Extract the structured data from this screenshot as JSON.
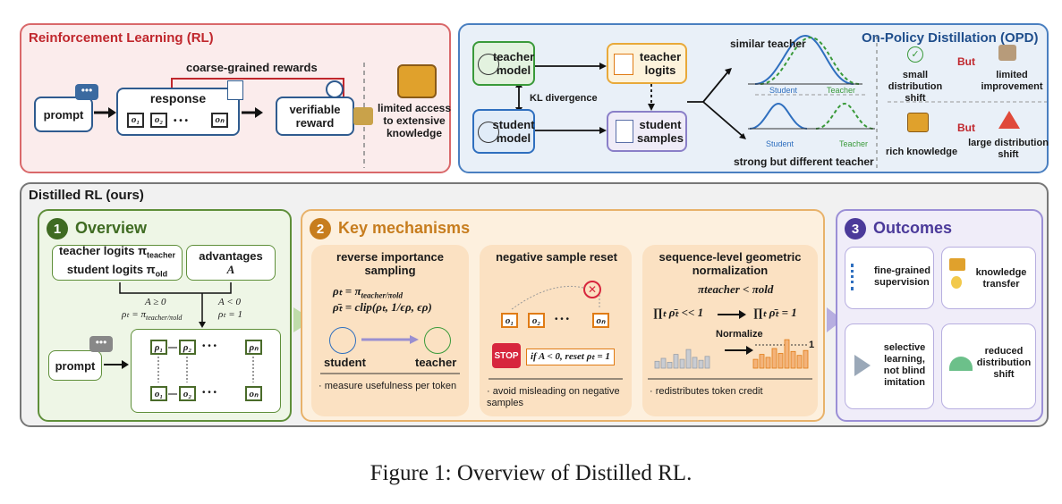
{
  "rl": {
    "title": "Reinforcement Learning (RL)",
    "prompt": "prompt",
    "response": "response",
    "tokens": [
      "o₁",
      "o₂",
      "oₙ"
    ],
    "dots": "• • •",
    "coarse_rewards": "coarse-grained rewards",
    "verifiable_reward": "verifiable reward",
    "limited_access": "limited access to extensive knowledge",
    "border_color": "#d9686a",
    "bg_color": "#fbecec"
  },
  "opd": {
    "title": "On-Policy Distillation (OPD)",
    "teacher_model": "teacher model",
    "teacher_logits": "teacher logits",
    "student_model": "student model",
    "student_samples": "student samples",
    "kl_divergence": "KL divergence",
    "similar_teacher": "similar teacher",
    "strong_teacher": "strong but different teacher",
    "legend_student": "Student",
    "legend_teacher": "Teacher",
    "small_shift": "small distribution shift",
    "limited_improvement": "limited improvement",
    "rich_knowledge": "rich knowledge",
    "large_shift": "large distribution shift",
    "but": "But",
    "border_color": "#4a7fc0",
    "bg_color": "#e9f0f8"
  },
  "distilled": {
    "title": "Distilled RL (ours)",
    "overview": {
      "num": "1",
      "title": "Overview",
      "logits_line1": "teacher logits π",
      "logits_sub1": "teacher",
      "logits_line2": "student logits π",
      "logits_sub2": "old",
      "advantages": "advantages",
      "adv_symbol": "A",
      "cond_pos": "A ≥ 0",
      "cond_pos_rho": "ρₜ = π",
      "cond_pos_frac": "teacher/πold",
      "cond_neg": "A < 0",
      "cond_neg_rho": "ρₜ = 1",
      "prompt": "prompt",
      "rho_tokens": [
        "ρ₁",
        "ρ₂",
        "ρₙ"
      ],
      "o_tokens": [
        "o₁",
        "o₂",
        "oₙ"
      ],
      "dots": "• • •"
    },
    "mechanisms": {
      "num": "2",
      "title": "Key mechanisms",
      "m1_title": "reverse importance sampling",
      "m1_eq1": "ρₜ = π",
      "m1_eq1b": "teacher/πold",
      "m1_eq2": "ρ̄ₜ = clip(ρₜ, 1/ϵρ, ϵρ)",
      "m1_student": "student",
      "m1_teacher": "teacher",
      "m1_note": "· measure usefulness per token",
      "m2_title": "negative sample reset",
      "m2_tokens": [
        "o₁",
        "o₂",
        "oₙ"
      ],
      "m2_stop": "STOP",
      "m2_rule": "if A < 0, reset ρₜ = 1",
      "m2_note": "· avoid misleading on negative samples",
      "m3_title": "sequence-level geometric normalization",
      "m3_cond": "πteacher < πold",
      "m3_prod1": "∏ₜ ρ̄ₜ << 1",
      "m3_prod2": "∏ₜ ρ̄ₜ = 1",
      "m3_normalize": "Normalize",
      "m3_one": "1",
      "m3_note": "· redistributes token credit",
      "bars_before": [
        0.35,
        0.5,
        0.3,
        0.7,
        0.45,
        0.95,
        0.55,
        0.4,
        0.6
      ],
      "bars_after": [
        0.45,
        0.7,
        0.55,
        1.0,
        0.75,
        1.45,
        0.85,
        0.65,
        0.9
      ]
    },
    "outcomes": {
      "num": "3",
      "title": "Outcomes",
      "o1": "fine-grained supervision",
      "o2": "knowledge transfer",
      "o3": "selective learning, not blind imitation",
      "o4": "reduced distribution shift"
    }
  },
  "caption": "Figure 1: Overview of Distilled RL."
}
